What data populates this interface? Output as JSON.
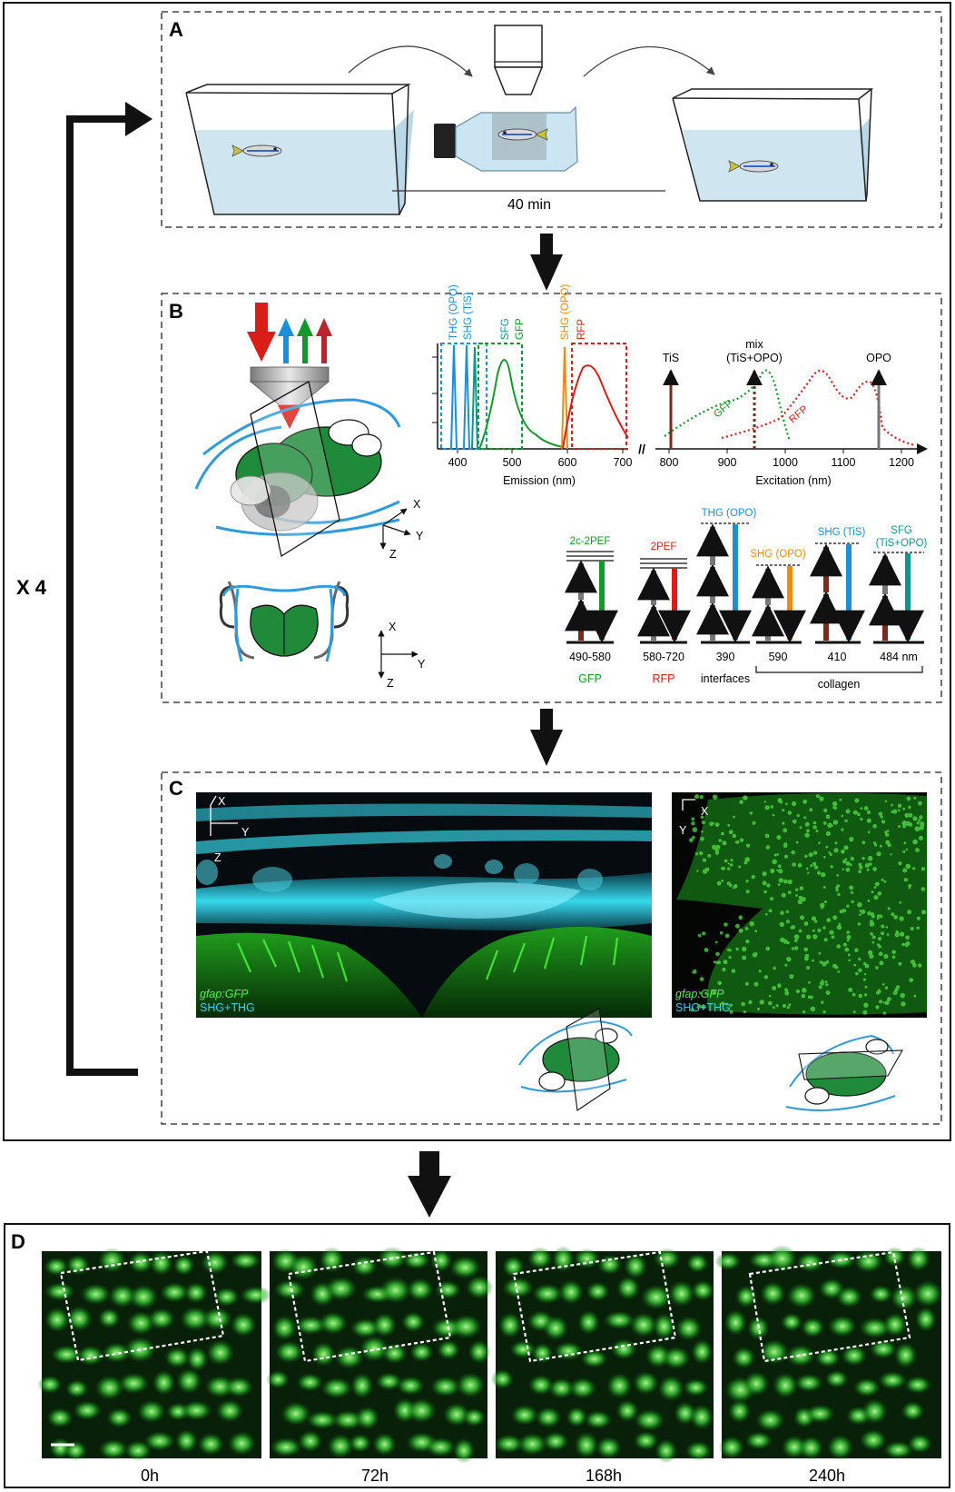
{
  "repeat_label": "X 4",
  "panels": {
    "a": {
      "letter": "A",
      "duration": "40 min"
    },
    "b": {
      "letter": "B",
      "emission_chart": {
        "xlabel": "Emission (nm)",
        "ticks": [
          "400",
          "500",
          "600",
          "700"
        ],
        "peak_labels": [
          "THG (OPO)",
          "SHG (TiS)",
          "SFG",
          "GFP",
          "SHG (OPO)",
          "RFP"
        ]
      },
      "excitation_chart": {
        "xlabel": "Excitation (nm)",
        "ticks": [
          "800",
          "900",
          "1000",
          "1100",
          "1200"
        ],
        "labels": {
          "tis": "TiS",
          "mix1": "mix",
          "mix2": "(TiS+OPO)",
          "opo": "OPO",
          "gfp": "GFP",
          "rfp": "RFP"
        },
        "break_mark": "//"
      },
      "axes": {
        "x": "X",
        "y": "Y",
        "z": "Z"
      },
      "energy_diagram": {
        "levels": [
          {
            "title": "2c-2PEF",
            "value": "490-580",
            "category": "GFP",
            "color": "#119a2b"
          },
          {
            "title": "2PEF",
            "value": "580-720",
            "category": "RFP",
            "color": "#d91e18"
          },
          {
            "title": "THG (OPO)",
            "value": "390",
            "category": "interfaces",
            "color": "#1a8fdc"
          },
          {
            "title": "SHG (OPO)",
            "value": "590",
            "category": "",
            "color": "#f08a12"
          },
          {
            "title": "SHG (TiS)",
            "value": "410",
            "category": "",
            "color": "#1a8fdc"
          },
          {
            "title": "SFG",
            "title2": "(TiS+OPO)",
            "value": "484 nm",
            "category": "",
            "color": "#11948a"
          }
        ],
        "collagen_label": "collagen"
      }
    },
    "c": {
      "letter": "C",
      "left_image": {
        "line1": "gfap:GFP",
        "line2": "SHG+THG",
        "axes": [
          "X",
          "Y",
          "Z"
        ]
      },
      "right_image": {
        "line1": "gfap:GFP",
        "line2": "SHG+THG",
        "axes": [
          "X",
          "Y"
        ]
      }
    },
    "d": {
      "letter": "D",
      "timepoints": [
        "0h",
        "72h",
        "168h",
        "240h"
      ]
    }
  },
  "colors": {
    "gfp": "#119a2b",
    "rfp": "#d91e18",
    "shg_tis": "#1a8fdc",
    "shg_opo": "#f08a12",
    "sfg": "#11948a",
    "tis_arrow": "#7b2a1e",
    "opo_arrow": "#777777",
    "water": "#cfe6f1",
    "brain_green": "#1f8a3a",
    "cyan_signal": "#32d2e6",
    "membrane_blue": "#2f9bdc"
  }
}
